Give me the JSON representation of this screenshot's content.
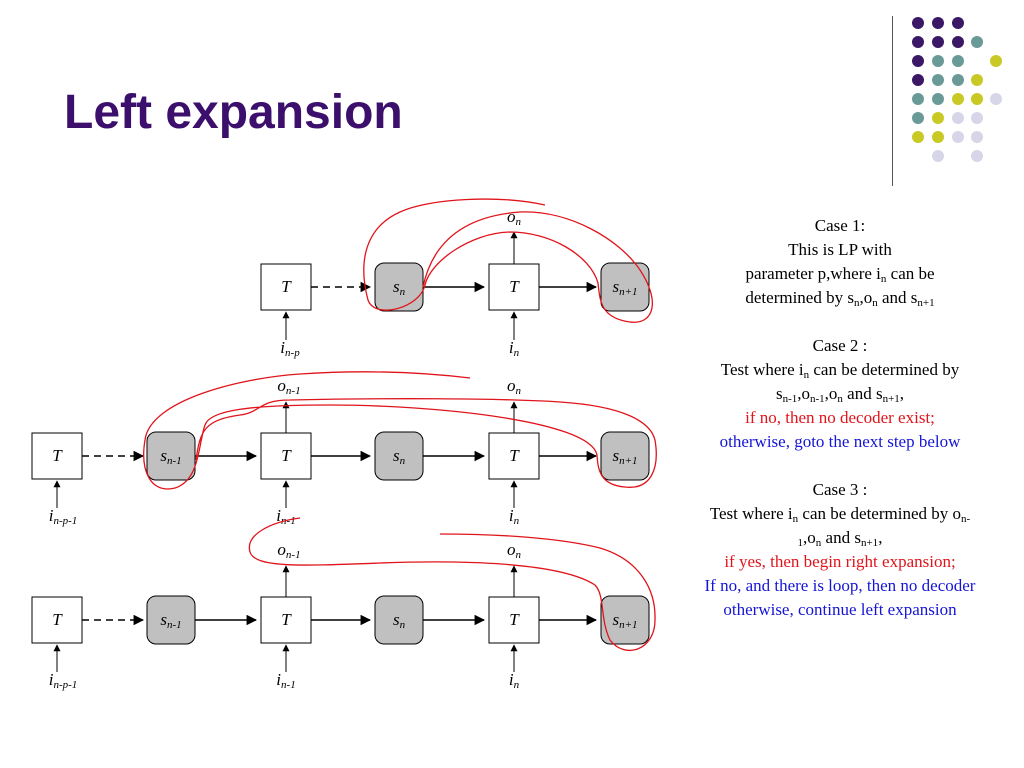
{
  "title": "Left expansion",
  "colors": {
    "title": "#3b0f6b",
    "purple": "#3b1866",
    "teal": "#6a9a98",
    "yellow": "#c9c926",
    "lavender": "#d6d6e8",
    "state_fill": "#c0c0c0",
    "highlight": "#e0141b",
    "accent_blue": "#1515d6"
  },
  "diagram": {
    "T": "T",
    "o": "o",
    "s": "s",
    "i": "i",
    "sub_n": "n",
    "sub_n_minus_1": "n-1",
    "sub_n_plus_1": "n+1",
    "sub_n_minus_p": "n-p",
    "sub_n_minus_p_minus_1": "n-p-1"
  },
  "cases": {
    "case1": {
      "heading": "Case 1:",
      "line1": "This is LP with",
      "line2": "parameter p,where i",
      "line2_sub": "n",
      "line2_tail": " can be",
      "line3": "determined by s",
      "line3_sub1": "n",
      "line3_mid1": ",o",
      "line3_sub2": "n",
      "line3_mid2": " and s",
      "line3_sub3": "n+1"
    },
    "case2": {
      "heading": "Case 2 :",
      "line1": "Test where i",
      "line1_sub": "n",
      "line1_tail": " can be determined by",
      "line2_a": "s",
      "line2_sub1": "n-1",
      "line2_b": ",o",
      "line2_sub2": "n-1",
      "line2_c": ",o",
      "line2_sub3": "n",
      "line2_d": " and s",
      "line2_sub4": "n+1",
      "line2_e": ",",
      "red": "if no, then no decoder exist;",
      "blue": "otherwise, goto the next step below"
    },
    "case3": {
      "heading": "Case 3 :",
      "line1": "Test where i",
      "line1_sub": "n",
      "line1_tail": " can be determined by o",
      "line1_sub2": "n-",
      "line2_sub": "1",
      "line2_a": ",o",
      "line2_sub2": "n",
      "line2_b": " and s",
      "line2_sub3": "n+1",
      "line2_c": ",",
      "red": "if yes, then begin right expansion;",
      "blue1": "If no, and there is loop, then no decoder",
      "blue2": "otherwise, continue left expansion"
    }
  }
}
